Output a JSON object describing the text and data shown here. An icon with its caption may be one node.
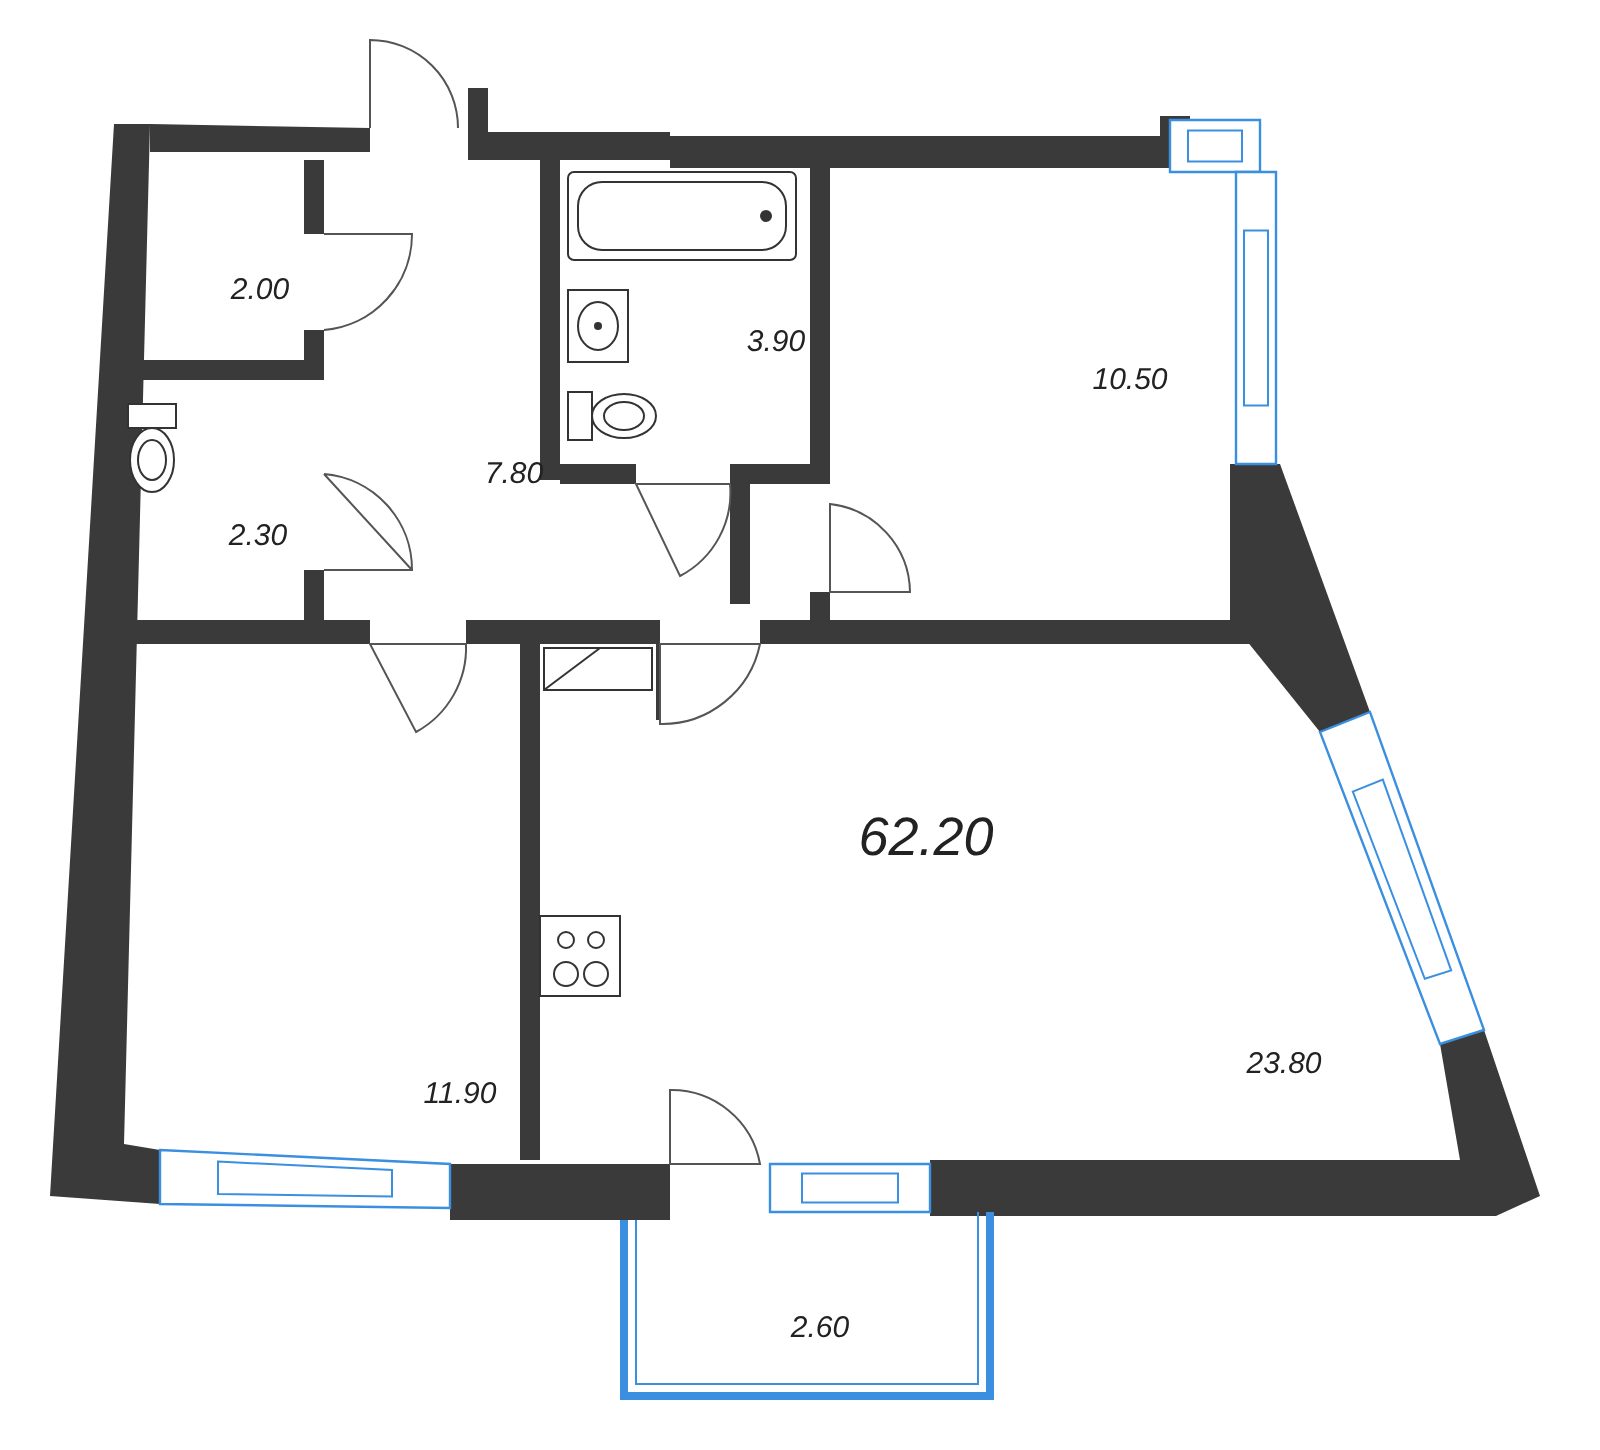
{
  "diagram": {
    "labels": [
      "2.00",
      "3.90",
      "10.50",
      "7.80",
      "2.30",
      "62.20",
      "11.90",
      "23.80",
      "2.60"
    ]
  }
}
